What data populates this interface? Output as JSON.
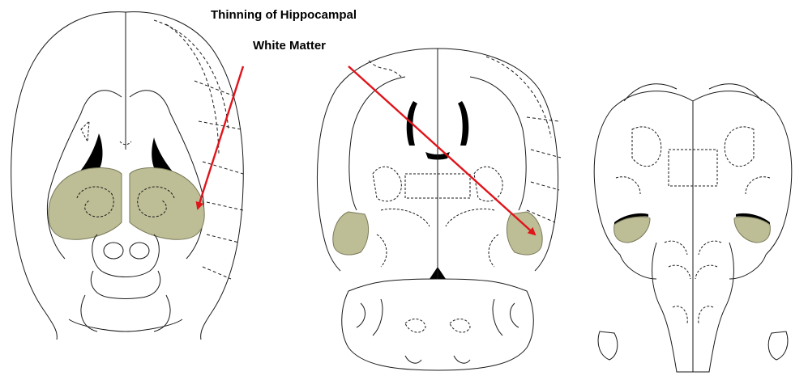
{
  "annotation": {
    "title_line_1": "Thinning of Hippocampal",
    "title_line_2": "White Matter"
  },
  "colors": {
    "highlight_fill": "#bdbd96",
    "arrow": "#e0141a",
    "outline": "#1a1a1a",
    "ventricle": "#000000",
    "background": "#ffffff"
  },
  "sections": [
    {
      "name": "anterior-coronal-section",
      "highlighted_regions": 2
    },
    {
      "name": "middle-coronal-section",
      "highlighted_regions": 2
    },
    {
      "name": "posterior-coronal-section",
      "highlighted_regions": 2
    }
  ]
}
